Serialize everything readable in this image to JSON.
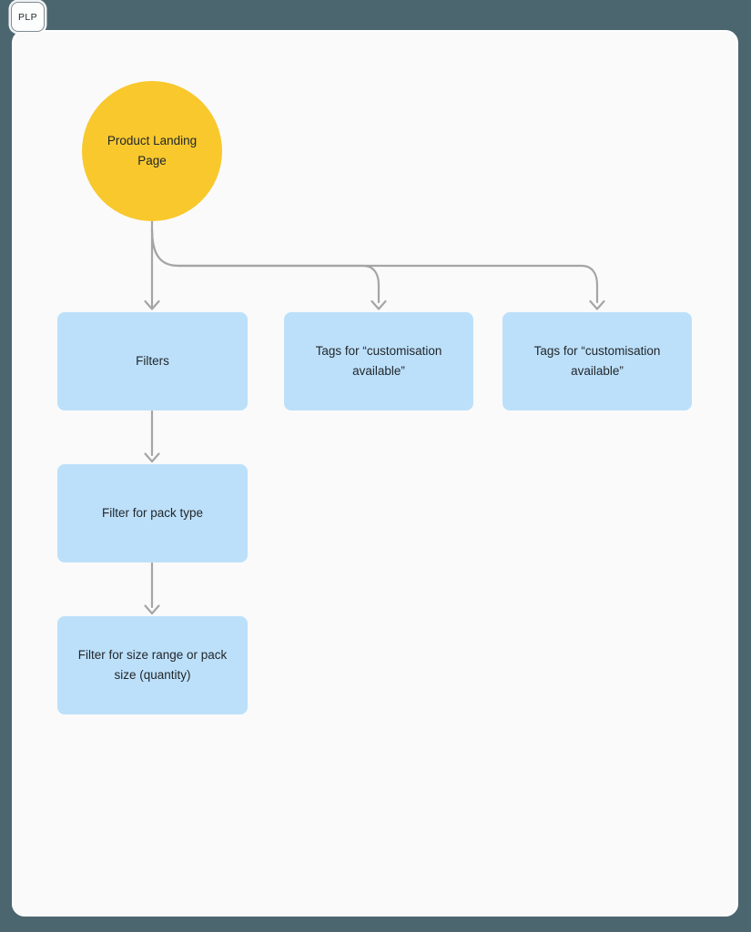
{
  "frame": {
    "tab_label": "PLP"
  },
  "nodes": {
    "root": {
      "label": "Product Landing Page",
      "shape": "circle",
      "fill": "#F8C82D"
    },
    "filters": {
      "label": "Filters",
      "shape": "rect",
      "fill": "#BDE0FA"
    },
    "tags1": {
      "label": "Tags for “customisation available”",
      "shape": "rect",
      "fill": "#BDE0FA"
    },
    "tags2": {
      "label": "Tags for “customisation available”",
      "shape": "rect",
      "fill": "#BDE0FA"
    },
    "packType": {
      "label": "Filter for pack type",
      "shape": "rect",
      "fill": "#BDE0FA"
    },
    "sizeRange": {
      "label": "Filter for size range or pack size (quantity)",
      "shape": "rect",
      "fill": "#BDE0FA"
    }
  },
  "edges": [
    {
      "from": "root",
      "to": "filters"
    },
    {
      "from": "root",
      "to": "tags1"
    },
    {
      "from": "root",
      "to": "tags2"
    },
    {
      "from": "filters",
      "to": "packType"
    },
    {
      "from": "packType",
      "to": "sizeRange"
    }
  ],
  "colors": {
    "outer_background": "#4C6670",
    "canvas_background": "#FAFAFA",
    "frame_border": "#FFFFFF",
    "connector": "#A5A5A5",
    "node_fill_blue": "#BDE0FA",
    "node_fill_yellow": "#F8C82D",
    "text": "#21272C"
  }
}
